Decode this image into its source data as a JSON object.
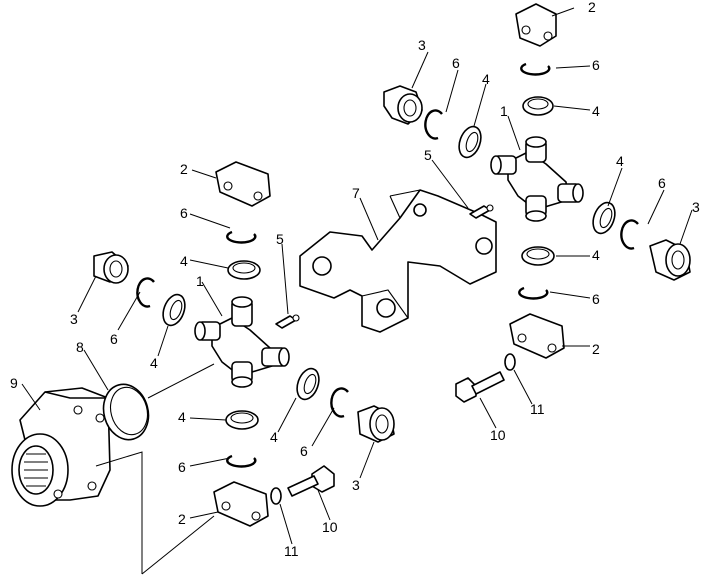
{
  "callouts": {
    "c1a": "1",
    "c1b": "1",
    "c2a": "2",
    "c2b": "2",
    "c2c": "2",
    "c2d": "2",
    "c3a": "3",
    "c3b": "3",
    "c3c": "3",
    "c3d": "3",
    "c4a": "4",
    "c4b": "4",
    "c4c": "4",
    "c4d": "4",
    "c4e": "4",
    "c4f": "4",
    "c4g": "4",
    "c4h": "4",
    "c5a": "5",
    "c5b": "5",
    "c6a": "6",
    "c6b": "6",
    "c6c": "6",
    "c6d": "6",
    "c6e": "6",
    "c6f": "6",
    "c6g": "6",
    "c6h": "6",
    "c7": "7",
    "c8": "8",
    "c9": "9",
    "c10a": "10",
    "c10b": "10",
    "c11a": "11",
    "c11b": "11"
  }
}
